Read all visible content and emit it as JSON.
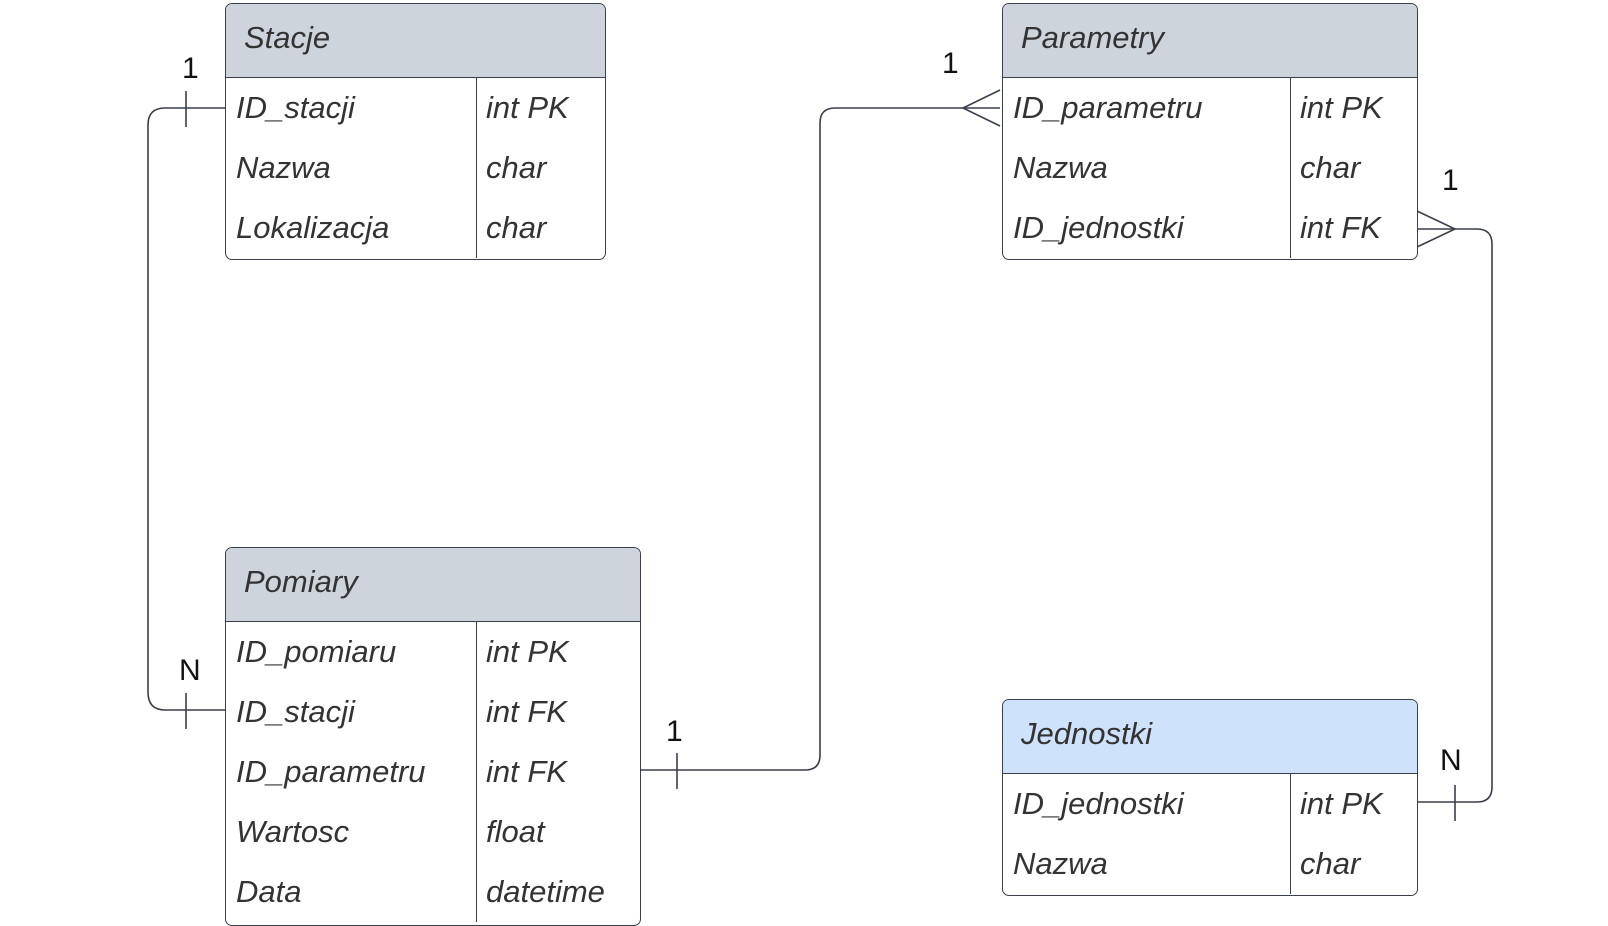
{
  "entities": {
    "stacje": {
      "title": "Stacje",
      "rows": [
        {
          "field": "ID_stacji",
          "type": "int PK"
        },
        {
          "field": "Nazwa",
          "type": "char"
        },
        {
          "field": "Lokalizacja",
          "type": "char"
        }
      ]
    },
    "parametry": {
      "title": "Parametry",
      "rows": [
        {
          "field": "ID_parametru",
          "type": "int PK"
        },
        {
          "field": "Nazwa",
          "type": "char"
        },
        {
          "field": "ID_jednostki",
          "type": "int FK"
        }
      ]
    },
    "pomiary": {
      "title": "Pomiary",
      "rows": [
        {
          "field": "ID_pomiaru",
          "type": "int PK"
        },
        {
          "field": "ID_stacji",
          "type": "int FK"
        },
        {
          "field": "ID_parametru",
          "type": "int FK"
        },
        {
          "field": "Wartosc",
          "type": "float"
        },
        {
          "field": "Data",
          "type": "datetime"
        }
      ]
    },
    "jednostki": {
      "title": "Jednostki",
      "rows": [
        {
          "field": "ID_jednostki",
          "type": "int PK"
        },
        {
          "field": "Nazwa",
          "type": "char"
        }
      ]
    }
  },
  "cardinalities": {
    "stacje_one": "1",
    "pomiary_many": "N",
    "parametry_one": "1",
    "pomiary_param_one": "1",
    "parametry_jedn_one": "1",
    "jednostki_many": "N"
  },
  "colors": {
    "header": "#ced4db",
    "header_highlight": "#cfe2fb",
    "line": "#3a3f4b"
  }
}
